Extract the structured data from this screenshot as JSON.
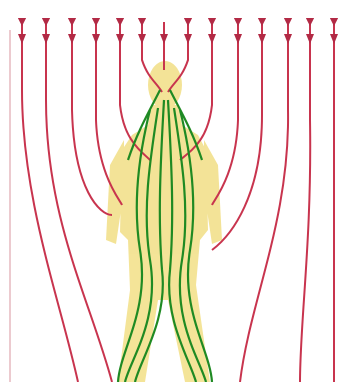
{
  "figure": {
    "subject": "human-figure-in-field-lines",
    "colors": {
      "background": "#ffffff",
      "field_line": "#c8344e",
      "arrowhead": "#b22a45",
      "figure_fill": "#f2df86",
      "body_line": "#1f8a23",
      "edge_line": "#d8a0a8"
    },
    "outer_line_count": 13,
    "body_line_count": 8
  }
}
